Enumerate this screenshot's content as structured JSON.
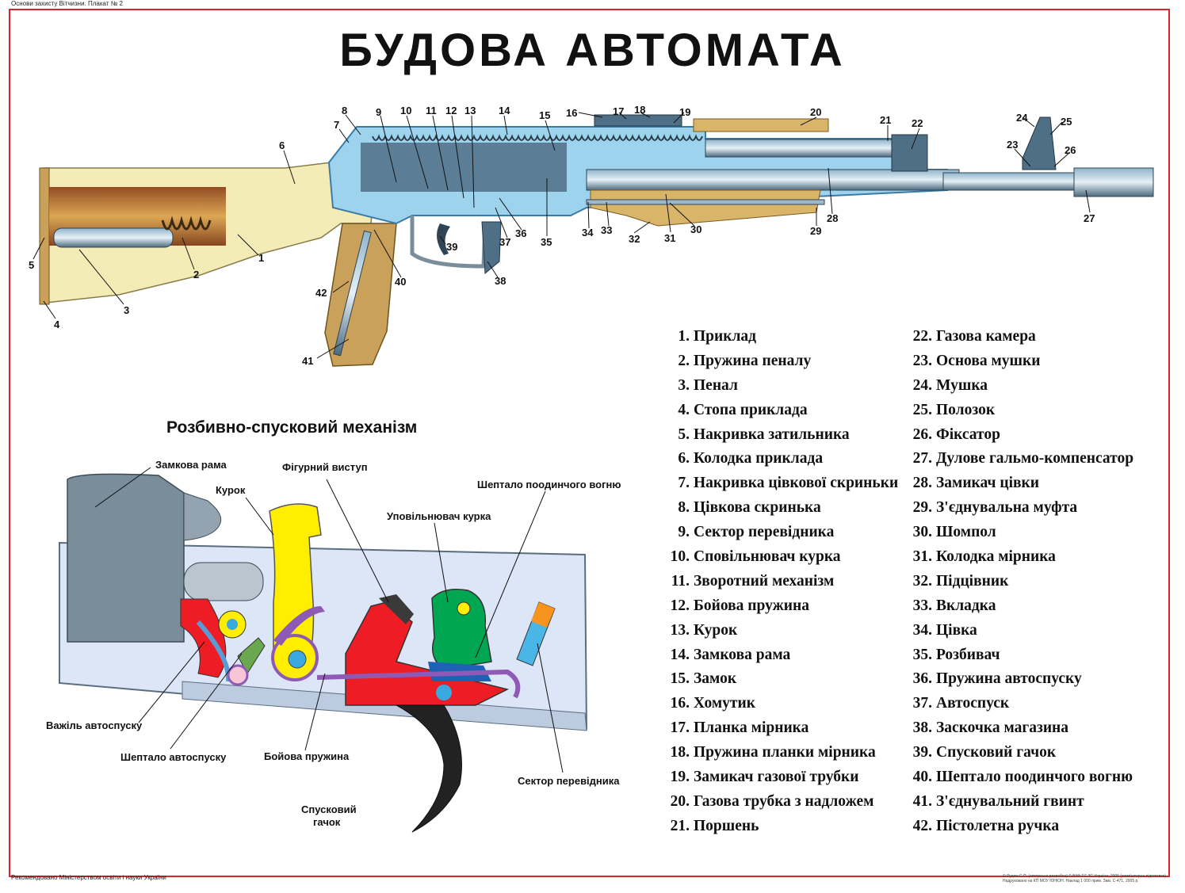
{
  "poster": {
    "header_note": "Основи захисту Вітчизни. Плакат № 2",
    "title": "БУДОВА АВТОМАТА",
    "subtitle": "Розбивно-спусковий механізм",
    "footer_note": "Рекомендовано Міністерством освіти і науки України",
    "credits": "© Рудюк С.П. (авторська розробка) © ВКФ ТС ЗС України, 2005 (комп'ютерна підготовка) Надруковано на КП МОУ ЮНІОН. Наклад 1 000 прим. Зам. С-471, 2005 р."
  },
  "legend": [
    {
      "num": "1.",
      "text": "Приклад"
    },
    {
      "num": "2.",
      "text": "Пружина пеналу"
    },
    {
      "num": "3.",
      "text": "Пенал"
    },
    {
      "num": "4.",
      "text": "Стопа приклада"
    },
    {
      "num": "5.",
      "text": "Накривка затильника"
    },
    {
      "num": "6.",
      "text": "Колодка приклада"
    },
    {
      "num": "7.",
      "text": "Накривка цівкової скриньки"
    },
    {
      "num": "8.",
      "text": "Цівкова скринька"
    },
    {
      "num": "9.",
      "text": "Сектор перевідника"
    },
    {
      "num": "10.",
      "text": "Сповільнювач курка"
    },
    {
      "num": "11.",
      "text": "Зворотний механізм"
    },
    {
      "num": "12.",
      "text": "Бойова пружина"
    },
    {
      "num": "13.",
      "text": "Курок"
    },
    {
      "num": "14.",
      "text": "Замкова рама"
    },
    {
      "num": "15.",
      "text": "Замок"
    },
    {
      "num": "16.",
      "text": "Хомутик"
    },
    {
      "num": "17.",
      "text": "Планка мірника"
    },
    {
      "num": "18.",
      "text": "Пружина планки мірника"
    },
    {
      "num": "19.",
      "text": "Замикач газової трубки"
    },
    {
      "num": "20.",
      "text": "Газова трубка з надложем"
    },
    {
      "num": "21.",
      "text": "Поршень"
    },
    {
      "num": "22.",
      "text": "Газова камера"
    },
    {
      "num": "23.",
      "text": "Основа мушки"
    },
    {
      "num": "24.",
      "text": "Мушка"
    },
    {
      "num": "25.",
      "text": "Полозок"
    },
    {
      "num": "26.",
      "text": "Фіксатор"
    },
    {
      "num": "27.",
      "text": "Дулове гальмо-компенсатор"
    },
    {
      "num": "28.",
      "text": "Замикач цівки"
    },
    {
      "num": "29.",
      "text": "З'єднувальна муфта"
    },
    {
      "num": "30.",
      "text": "Шомпол"
    },
    {
      "num": "31.",
      "text": "Колодка мірника"
    },
    {
      "num": "32.",
      "text": "Підцівник"
    },
    {
      "num": "33.",
      "text": "Вкладка"
    },
    {
      "num": "34.",
      "text": "Цівка"
    },
    {
      "num": "35.",
      "text": "Розбивач"
    },
    {
      "num": "36.",
      "text": "Пружина автоспуску"
    },
    {
      "num": "37.",
      "text": "Автоспуск"
    },
    {
      "num": "38.",
      "text": "Заскочка магазина"
    },
    {
      "num": "39.",
      "text": "Спусковий гачок"
    },
    {
      "num": "40.",
      "text": "Шептало поодинчого вогню"
    },
    {
      "num": "41.",
      "text": "З'єднувальний гвинт"
    },
    {
      "num": "42.",
      "text": "Пістолетна ручка"
    }
  ],
  "rifle_callouts": [
    "1",
    "2",
    "3",
    "4",
    "5",
    "6",
    "7",
    "8",
    "9",
    "10",
    "11",
    "12",
    "13",
    "14",
    "15",
    "16",
    "17",
    "18",
    "19",
    "20",
    "21",
    "22",
    "23",
    "24",
    "25",
    "26",
    "27",
    "28",
    "29",
    "30",
    "31",
    "32",
    "33",
    "34",
    "35",
    "36",
    "37",
    "38",
    "39",
    "40",
    "41",
    "42"
  ],
  "mechanism_labels": {
    "bolt_carrier": "Замкова рама",
    "hammer": "Курок",
    "figured_lug": "Фігурний виступ",
    "single_fire_sear": "Шептало поодинчого вогню",
    "hammer_retarder": "Уповільнювач курка",
    "auto_lever": "Важіль автоспуску",
    "auto_sear": "Шептало автоспуску",
    "mainspring": "Бойова пружина",
    "trigger_line1": "Спусковий",
    "trigger_line2": "гачок",
    "selector": "Сектор перевідника"
  },
  "colors": {
    "frame": "#d8262c",
    "stock_wood": "#f3ecb6",
    "grip_wood": "#c9a15a",
    "steel": "#4f6f86",
    "receiver_fill": "#9ed3ee",
    "hammer": "#ffee00",
    "trigger": "#ee1c25",
    "retarder": "#00a651",
    "sear_auto": "#6aa84f",
    "mainspring": "#8e5ab6"
  }
}
